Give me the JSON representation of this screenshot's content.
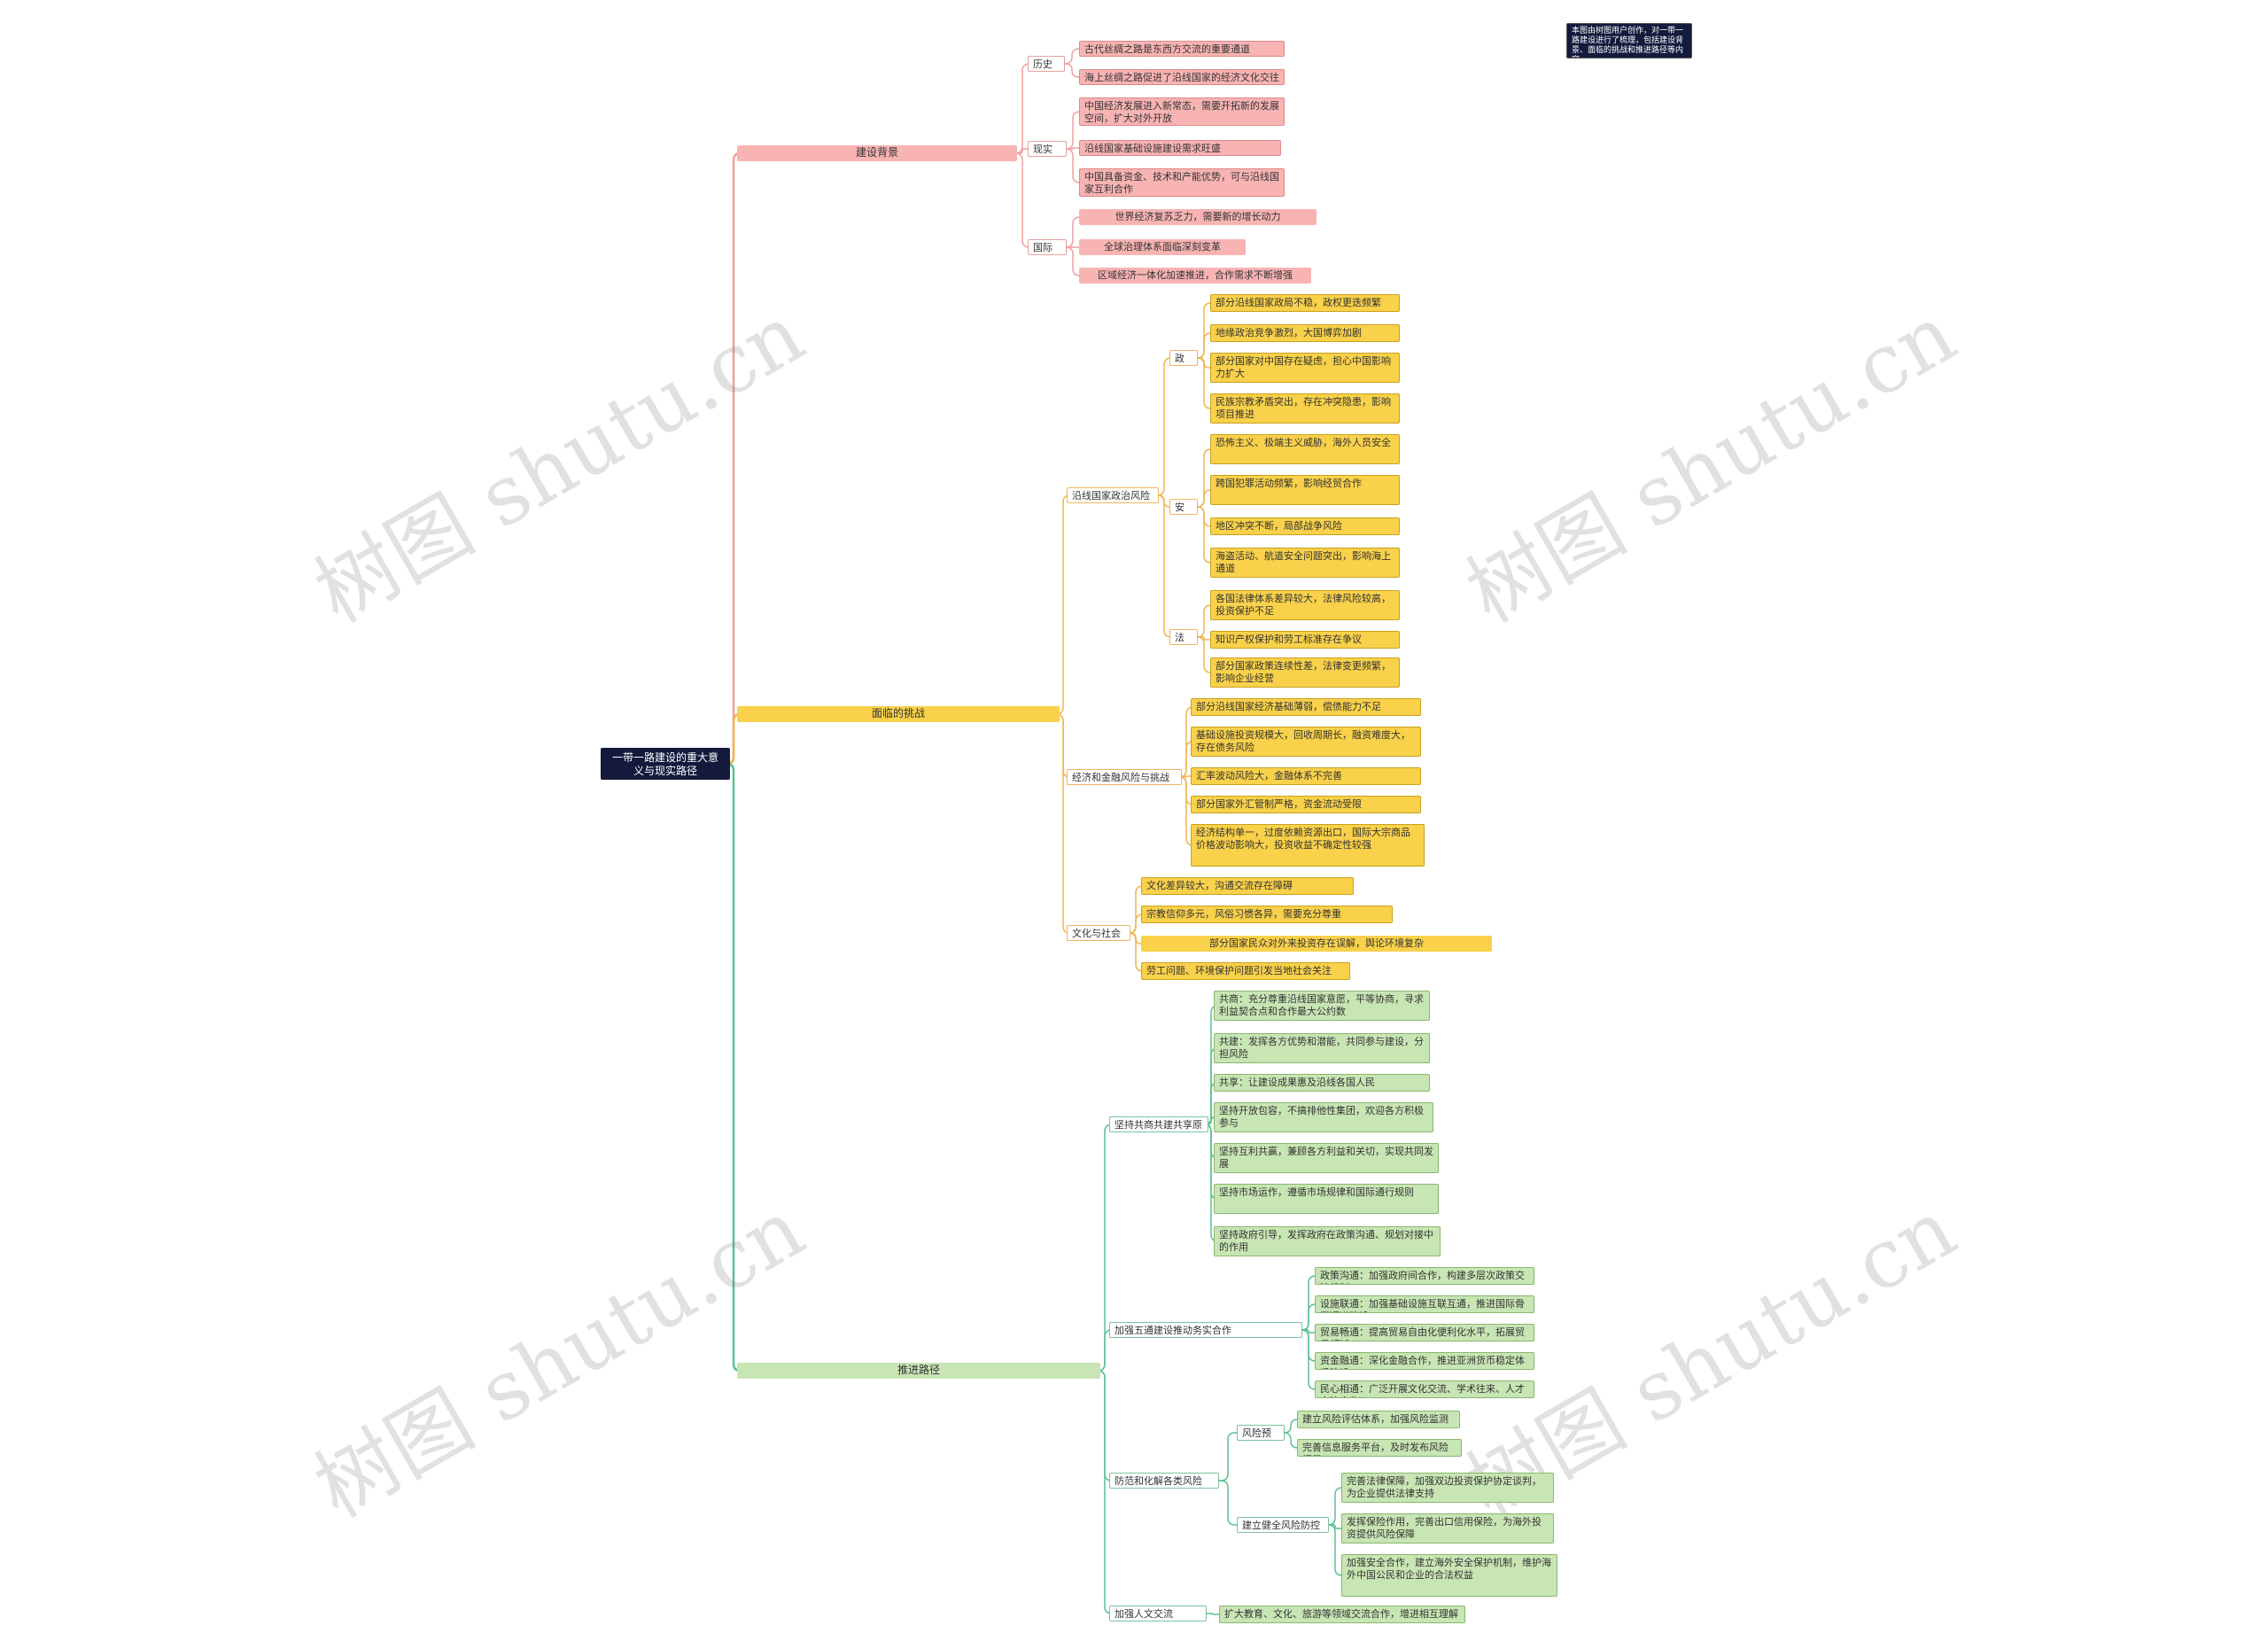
{
  "root": "一带一路建设的重大意义与现实路径",
  "note": "本图由树图用户创作，对一带一路建设进行了梳理，包括建设背景、面临的挑战和推进路径等内容",
  "watermark": "树图 shutu.cn",
  "colors": {
    "red": "#f0a0a0",
    "yellow": "#f0b450",
    "green": "#5cbf94",
    "root": "#131a3c"
  },
  "branches": {
    "b1": {
      "label": "建设背景",
      "m1": "历史渊源",
      "m2": "现实基础",
      "m3": "国际环境",
      "l1": "古代丝绸之路是东西方交流的重要通道",
      "l2": "海上丝绸之路促进了沿线国家的经济文化交往",
      "l3": "中国经济发展进入新常态，需要开拓新的发展空间，扩大对外开放",
      "l4": "沿线国家基础设施建设需求旺盛",
      "l5": "中国具备资金、技术和产能优势，可与沿线国家互利合作",
      "l6": "世界经济复苏乏力，需要新的增长动力",
      "l7": "全球治理体系面临深刻变革",
      "l8": "区域经济一体化加速推进，合作需求不断增强"
    },
    "b2": {
      "label": "面临的挑战",
      "m1": "沿线国家政治风险",
      "m2": "经济和金融风险与挑战",
      "m3": "文化与社会风险",
      "s1": "政治",
      "s2": "安全",
      "s3": "法律",
      "l1": "部分沿线国家政局不稳，政权更迭频繁",
      "l2": "地缘政治竞争激烈，大国博弈加剧",
      "l3": "部分国家对中国存在疑虑，担心中国影响力扩大",
      "l4": "民族宗教矛盾突出，存在冲突隐患，影响项目推进",
      "l5": "恐怖主义、极端主义威胁，海外人员安全",
      "l6": "跨国犯罪活动频繁，影响经贸合作",
      "l7": "地区冲突不断，局部战争风险",
      "l8": "海盗活动、航道安全问题突出，影响海上通道",
      "l9": "各国法律体系差异较大，法律风险较高，投资保护不足",
      "l10": "知识产权保护和劳工标准存在争议",
      "l11": "部分国家政策连续性差，法律变更频繁，影响企业经营",
      "l12": "部分沿线国家经济基础薄弱，偿债能力不足",
      "l13": "基础设施投资规模大，回收周期长，融资难度大，存在债务风险",
      "l14": "汇率波动风险大，金融体系不完善",
      "l15": "部分国家外汇管制严格，资金流动受限",
      "l16": "经济结构单一，过度依赖资源出口，国际大宗商品价格波动影响大，投资收益不确定性较强",
      "l17": "文化差异较大，沟通交流存在障碍",
      "l18": "宗教信仰多元，风俗习惯各异，需要充分尊重",
      "l19": "部分国家民众对外来投资存在误解，舆论环境复杂",
      "l20": "劳工问题、环境保护问题引发当地社会关注"
    },
    "b3": {
      "label": "推进路径",
      "m1": "坚持共商共建共享原则",
      "m2": "加强五通建设推动务实合作",
      "m3": "防范和化解各类风险",
      "m4": "加强人文交流",
      "s1": "风险预警",
      "s2": "建立健全风险防控机制",
      "l1": "共商：充分尊重沿线国家意愿，平等协商，寻求利益契合点和合作最大公约数",
      "l2": "共建：发挥各方优势和潜能，共同参与建设，分担风险",
      "l3": "共享：让建设成果惠及沿线各国人民",
      "l4": "坚持开放包容，不搞排他性集团，欢迎各方积极参与",
      "l5": "坚持互利共赢，兼顾各方利益和关切，实现共同发展",
      "l6": "坚持市场运作，遵循市场规律和国际通行规则",
      "l7": "坚持政府引导，发挥政府在政策沟通、规划对接中的作用",
      "l8": "政策沟通：加强政府间合作，构建多层次政策交流机制",
      "l9": "设施联通：加强基础设施互联互通，推进国际骨干通道建设",
      "l10": "贸易畅通：提高贸易自由化便利化水平，拓展贸易领域",
      "l11": "资金融通：深化金融合作，推进亚洲货币稳定体系建设",
      "l12": "民心相通：广泛开展文化交流、学术往来、人才交流合作",
      "l13": "建立风险评估体系，加强风险监测",
      "l14": "完善信息服务平台，及时发布风险提示",
      "l15": "完善法律保障，加强双边投资保护协定谈判，为企业提供法律支持",
      "l16": "发挥保险作用，完善出口信用保险，为海外投资提供风险保障",
      "l17": "加强安全合作，建立海外安全保护机制，维护海外中国公民和企业的合法权益",
      "l18": "扩大教育、文化、旅游等领域交流合作，增进相互理解"
    }
  }
}
